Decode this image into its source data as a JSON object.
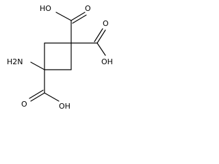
{
  "molecule": {
    "labels": {
      "oh_top": "HO",
      "o_top": "O",
      "o_right": "O",
      "oh_right": "OH",
      "amine": "H2N",
      "o_bottom": "O",
      "oh_bottom": "OH"
    }
  }
}
